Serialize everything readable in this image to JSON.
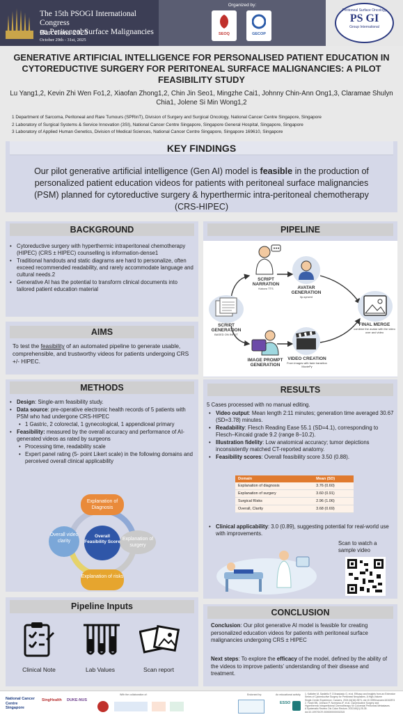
{
  "header": {
    "congress_line1": "The 15th PSOGI International Congress",
    "congress_line2": "on Peritoneal Surface Malignancies",
    "city": "Barcelona 2025",
    "dates": "October 29th - 31st, 2025",
    "organized_by": "Organized by:",
    "org1": "SEOQ",
    "org2": "GECOP",
    "psogi_top": "Peritoneal Surface Oncology",
    "psogi_mid": "PS GI",
    "psogi_bottom": "Group International"
  },
  "title": "GENERATIVE ARTIFICIAL INTELLIGENCE FOR PERSONALISED PATIENT EDUCATION IN CYTOREDUCTIVE SURGERY FOR PERITONEAL SURFACE MALIGNANCIES: A PILOT FEASIBILITY STUDY",
  "authors": "Lu Yang1,2, Kevin Zhi Wen Fo1,2, Xiaofan Zhong1,2, Chin Jin Seo1, Mingzhe Cai1, Johnny Chin-Ann Ong1,3, Claramae Shulyn Chia1, Jolene Si Min Wong1,2",
  "affiliations": [
    "1 Department of Sarcoma, Peritoneal and Rare Tumours (SPRinT), Division of Surgery and Surgical Oncology, National Cancer Centre Singapore, Singapore",
    "2 Laboratory of Surgical Systems & Service Innovation (3SI), National Cancer Centre Singapore, Singapore General Hospital, Singapore, Singapore",
    "3 Laboratory of Applied Human Genetics, Division of Medical Sciences, National Cancer Centre Singapore, Singapore 169610, Singapore"
  ],
  "key_findings": {
    "heading": "KEY FINDINGS",
    "text_before": "Our pilot generative artificial intelligence (Gen AI) model is ",
    "text_bold": "feasible",
    "text_after": " in the production of personalized patient education videos for patients with peritoneal surface malignancies (PSM) planned for cytoreductive surgery & hyperthermic intra-peritoneal chemotherapy (CRS-HIPEC)"
  },
  "background": {
    "heading": "BACKGROUND",
    "items": [
      "Cytoreductive surgery with hyperthermic intraperitoneal chemotherapy (HIPEC) (CRS ± HIPEC) counselling is information-dense1",
      "Traditional handouts and static diagrams are hard to personalize, often exceed recommended readability, and rarely accommodate language and cultural needs.2",
      "Generative AI has the potential to transform clinical documents into tailored patient education material"
    ]
  },
  "aims": {
    "heading": "AIMS",
    "text_before": "To test the ",
    "text_u": "feasibility",
    "text_after": " of an automated pipeline to generate usable, comprehensible, and trustworthy videos for patients undergoing CRS +/- HIPEC."
  },
  "methods": {
    "heading": "METHODS",
    "design_label": "Design",
    "design_text": ": Single-arm feasibility study.",
    "data_label": "Data source",
    "data_text": ": pre-operative electronic health records of 5 patients with PSM who had undergone CRS-HIPEC",
    "data_sub": "1 Gastric, 2 colorectal, 1 gynecological, 1 appendiceal primary",
    "feas_label": "Feasibility:",
    "feas_text": " measured by the overall accuracy and performance of AI-generated videos as rated by surgeons",
    "feas_sub1": "Processing time, readability scale",
    "feas_sub2": "Expert panel rating (5- point Likert scale) in the following domains and perceived overall clinical applicability",
    "diagram": {
      "center": "Overall Feasibility Score",
      "top": "Explanation of Diagnosis",
      "right": "Explanation of surgery",
      "bottom": "Explanation of risks",
      "left": "Overall video clarity"
    }
  },
  "pipeline": {
    "heading": "PIPELINE",
    "script_narration": "SCRIPT NARRATION",
    "script_narration_sub": "Kokoro TTS",
    "avatar": "AVATAR GENERATION",
    "avatar_sub": "lip-synced",
    "script_gen": "SCRIPT GENERATION",
    "script_gen_sub": "BASED ON INPUT",
    "final": "FINAL MERGE",
    "final_sub": "combine the avatar with the video over and video",
    "image": "IMAGE PROMPT GENERATION",
    "video": "VIDEO CREATION",
    "video_sub": "From images with fade transition MoviePy"
  },
  "results": {
    "heading": "RESULTS",
    "intro": "5 Cases processed with no manual editing.",
    "vo_label": "Video output",
    "vo_text": ": Mean length 2:11 minutes; generation time averaged 30.67 (SD=3.78) minutes.",
    "rd_label": "Readability",
    "rd_text": ": Flesch Reading Ease 55.1 (SD=4.1), corresponding to Flesch–Kincaid grade 9.2 (range 8–10.2).",
    "if_label": "Illustration fidelity",
    "if_text": ": Low anatomical accuracy; tumor depictions inconsistently matched CT-reported anatomy.",
    "fs_label": "Feasibility scores",
    "fs_text": ": Overall feasibility score 3.50 (0.88).",
    "table": {
      "col1": "Domain",
      "col2": "Mean (SD)",
      "rows": [
        [
          "Explanation of diagnosis",
          "3.76 (0.60)"
        ],
        [
          "Explanation of surgery",
          "3.60 (0.91)"
        ],
        [
          "Surgical Risks",
          "2.96 (1.06)"
        ],
        [
          "Overall, Clarity",
          "3.68 (0.69)"
        ]
      ]
    },
    "ca_label": "Clinical applicability",
    "ca_text": ": 3.0 (0.89), suggesting potential for real-world use with improvements.",
    "scan": "Scan to watch a sample video"
  },
  "pipeline_inputs": {
    "heading": "Pipeline Inputs",
    "items": [
      "Clinical Note",
      "Lab Values",
      "Scan report"
    ]
  },
  "conclusion": {
    "heading": "CONCLUSION",
    "c_label": "Conclusion",
    "c_text": ": Our pilot generative AI model is feasible for creating personalized education videos for patients with peritoneal surface malignancies undergoing CRS ± HIPEC",
    "ns_label": "Next steps",
    "ns_before": ": To explore the ",
    "ns_bold": "efficacy",
    "ns_after": " of the model, defined by the ability of the videos to improve patients’ understanding of their disease and treatment."
  },
  "footer": {
    "ncc": "National Cancer Centre Singapore",
    "sh": "SingHealth",
    "duke": "DUKE-NUS",
    "collab": "With the collaboration of:",
    "endorsed": "Endorsed by:",
    "edu": "An educational activity",
    "esso": "ESSO",
    "refs": [
      "1. Kaltofen M, Sastiello F, D’Anastasio G, et al. Efficacy and insights from an Extensive Series of Cytoreductive Surgery for Peritoneal Neoplasms. A High-Volume",
      "Single-Center Experience. Cancers. 2024;16(16):2874. doi:10.3390/cancers16162874",
      "2. Farah BN, Johnson P, Normana JF, et al. Cytoreductive Surgery and",
      "Hyperthermic Intraperitoneal Chemotherapy for Colorectal Peritoneal Metastases.",
      "A Systematic Review. Dis Colon Rectum. 2022;65(1):25-35.",
      "doi:10.1097/DCR.0000000000002315"
    ]
  },
  "colors": {
    "header": "#3c3e55",
    "panel": "#d5d8e8",
    "orange": "#e07a2e",
    "blue": "#3b5fa8"
  }
}
